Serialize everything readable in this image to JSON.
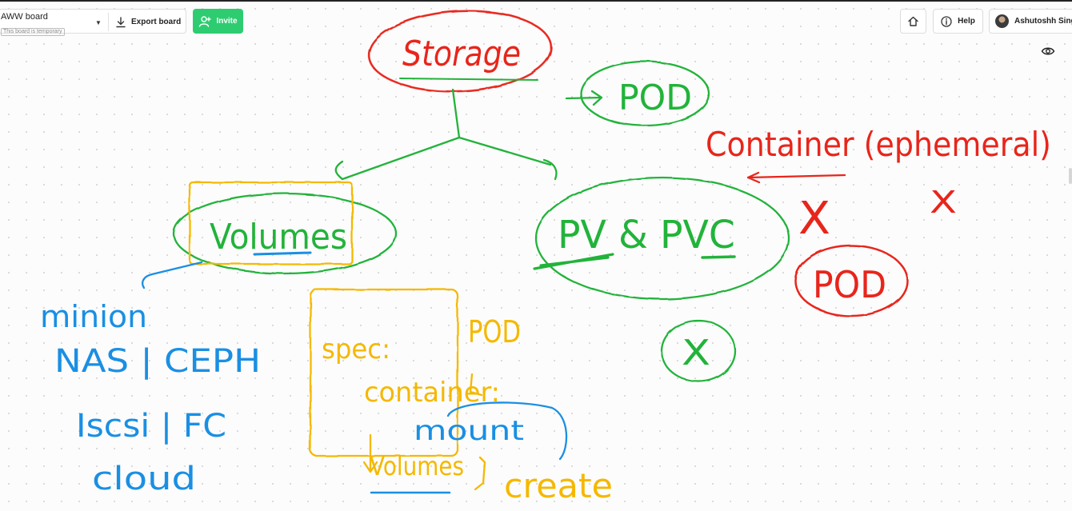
{
  "toolbar": {
    "board_name": "AWW board",
    "board_status": "This board is temporary",
    "export_label": "Export board",
    "invite_label": "Invite"
  },
  "topbar_right": {
    "help_label": "Help",
    "user_name": "Ashutoshh Singh"
  },
  "icons": {
    "dropdown": "chevron-down-icon",
    "export": "download-icon",
    "invite": "add-user-icon",
    "home": "home-icon",
    "help": "info-icon",
    "view": "eye-icon"
  },
  "colors": {
    "invite_button": "#2ecc71",
    "ink_green": "#22b33a",
    "ink_red": "#e8251b",
    "ink_blue": "#1a8fe3",
    "ink_yellow": "#f5b800"
  },
  "sketch": {
    "storage": "Storage",
    "pod_green": "POD",
    "container_ephemeral": "Container (ephemeral)",
    "cross_1": "X",
    "cross_2": "X",
    "pod_red": "POD",
    "volumes": "Volumes",
    "pv_pvc": "PV & PVC",
    "x_circle": "X",
    "minion": "minion",
    "nas_ceph": "NAS | CEPH",
    "iscsi_fc": "Iscsi | FC",
    "cloud": "cloud",
    "spec": "spec:",
    "pod_yellow": "POD",
    "container": "container:",
    "mount": "mount",
    "volumes_small": "Volumes",
    "create": "create"
  }
}
